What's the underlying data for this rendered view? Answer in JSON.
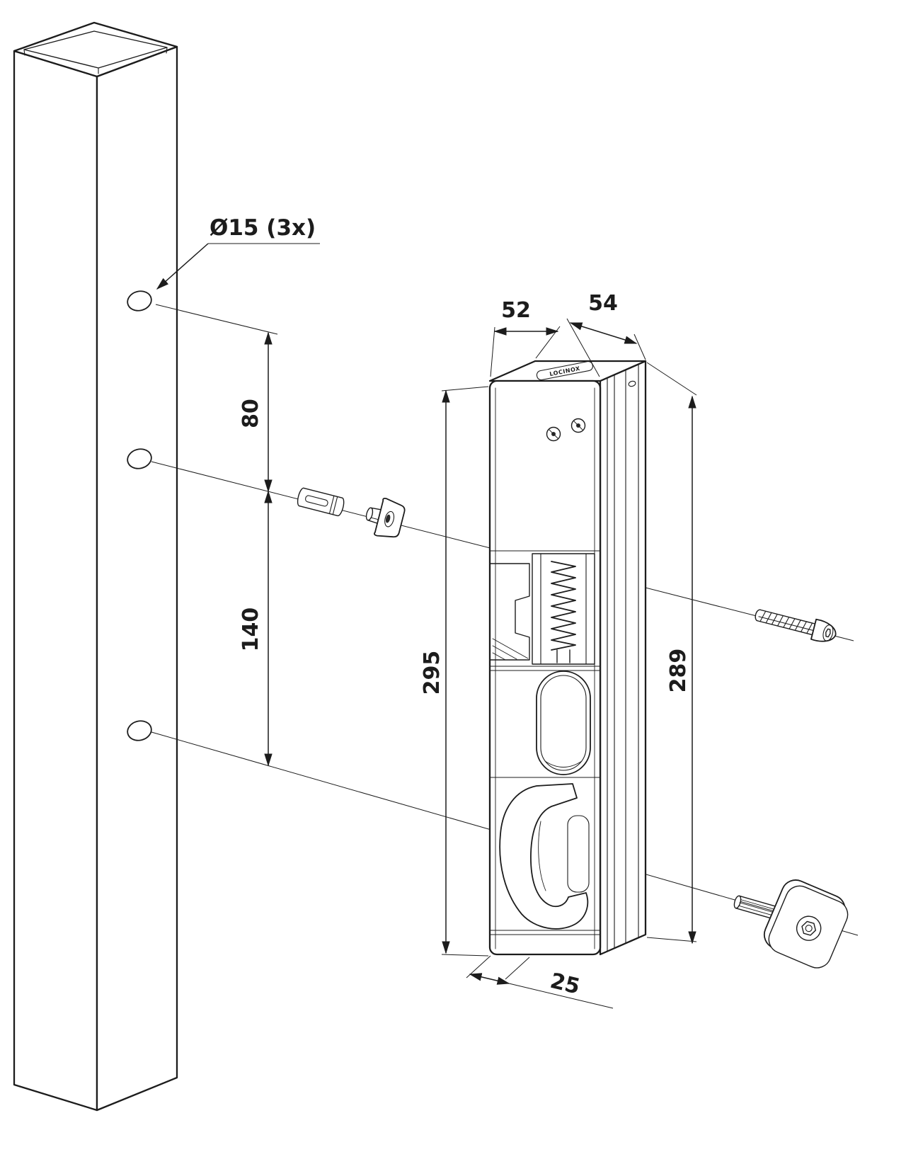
{
  "page": {
    "background": "#ffffff",
    "line_color": "#1c1c1c"
  },
  "drawing": {
    "callout_hole_diameter": "Ø15 (3x)",
    "dim_hole_spacing_upper": "80",
    "dim_hole_spacing_lower": "140",
    "dim_lock_height": "295",
    "dim_profile_height": "289",
    "dim_lock_width": "52",
    "dim_profile_width": "54",
    "dim_bottom_depth": "25",
    "brand_badge": "LOCINOX"
  }
}
